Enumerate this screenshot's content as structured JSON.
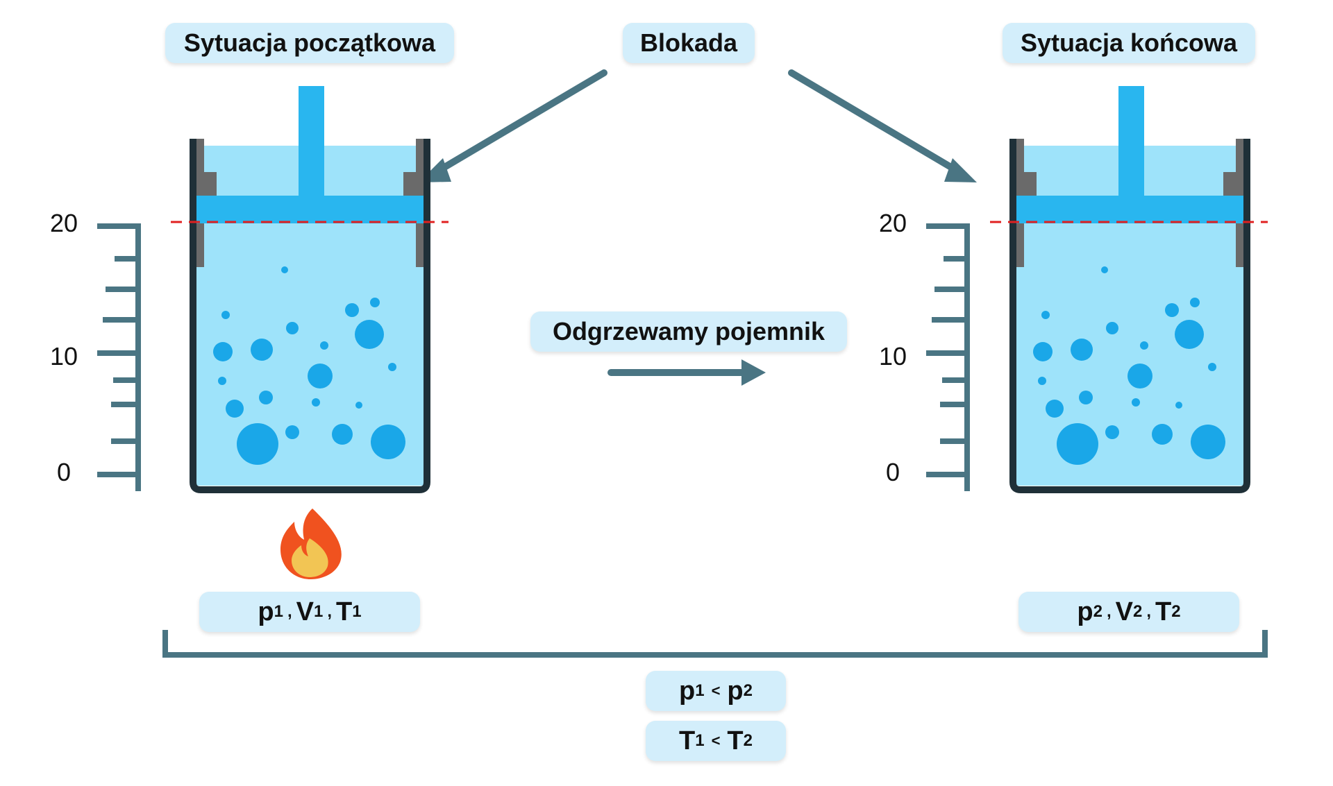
{
  "labels": {
    "initial_state": "Sytuacja początkowa",
    "block": "Blokada",
    "final_state": "Sytuacja końcowa",
    "heating": "Odgrzewamy pojemnik"
  },
  "scale": {
    "ticks": [
      "20",
      "10",
      "0"
    ]
  },
  "state1": {
    "p": "p",
    "v": "V",
    "t": "T",
    "sub": "1",
    "sep": ","
  },
  "state2": {
    "p": "p",
    "v": "V",
    "t": "T",
    "sub": "2",
    "sep": ","
  },
  "comparison": {
    "pressure": {
      "left": "p",
      "left_sub": "1",
      "op": "<",
      "right": "p",
      "right_sub": "2"
    },
    "temperature": {
      "left": "T",
      "left_sub": "1",
      "op": "<",
      "right": "T",
      "right_sub": "2"
    }
  },
  "colors": {
    "liquid": "#9ee3fa",
    "piston": "#29b6ef",
    "bubble": "#1aa7e8",
    "container": "#1f3038",
    "arrow": "#4a7583",
    "dashed_line": "#e02020",
    "pill_background": "#d3eefb"
  },
  "icons": [
    "flame-icon"
  ]
}
